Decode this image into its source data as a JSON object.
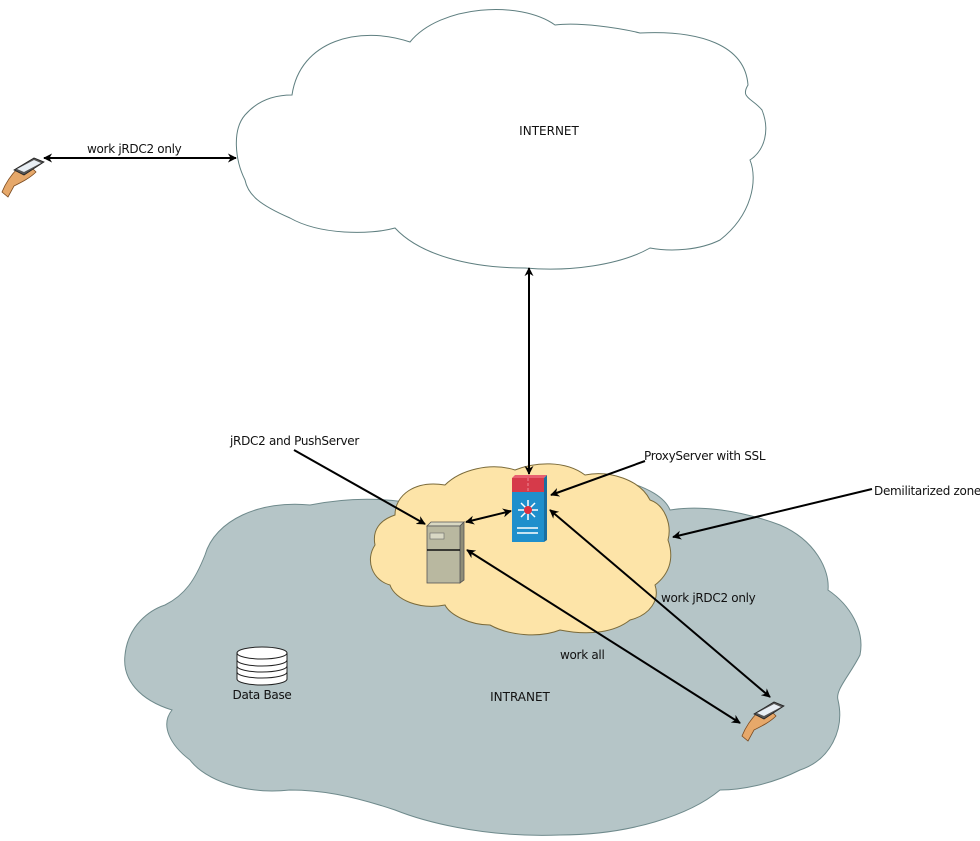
{
  "diagram": {
    "clouds": {
      "internet": {
        "label": "INTERNET",
        "fill": "#ffffff",
        "stroke": "#5f7f80"
      },
      "intranet": {
        "label": "INTRANET",
        "fill": "#b5c5c7",
        "stroke": "#6f8a8c"
      },
      "dmz": {
        "fill": "#fde4a8",
        "stroke": "#7a6a3a"
      }
    },
    "nodes": {
      "external_device": {
        "icon": "handheld-device-icon"
      },
      "internal_device": {
        "icon": "handheld-device-icon"
      },
      "app_server": {
        "icon": "server-tower-icon"
      },
      "proxy": {
        "icon": "firewall-switch-icon",
        "colors": {
          "top": "#d63a4a",
          "body": "#1f8fcc",
          "hub": "#e03040"
        }
      },
      "database": {
        "label": "Data Base",
        "icon": "database-icon"
      }
    },
    "labels": {
      "external_link": "work jRDC2 only",
      "app_server": "jRDC2 and PushServer",
      "proxy": "ProxyServer with SSL",
      "dmz": "Demilitarized zone",
      "internal_proxy_link": "work jRDC2 only",
      "internal_server_link": "work all"
    }
  }
}
